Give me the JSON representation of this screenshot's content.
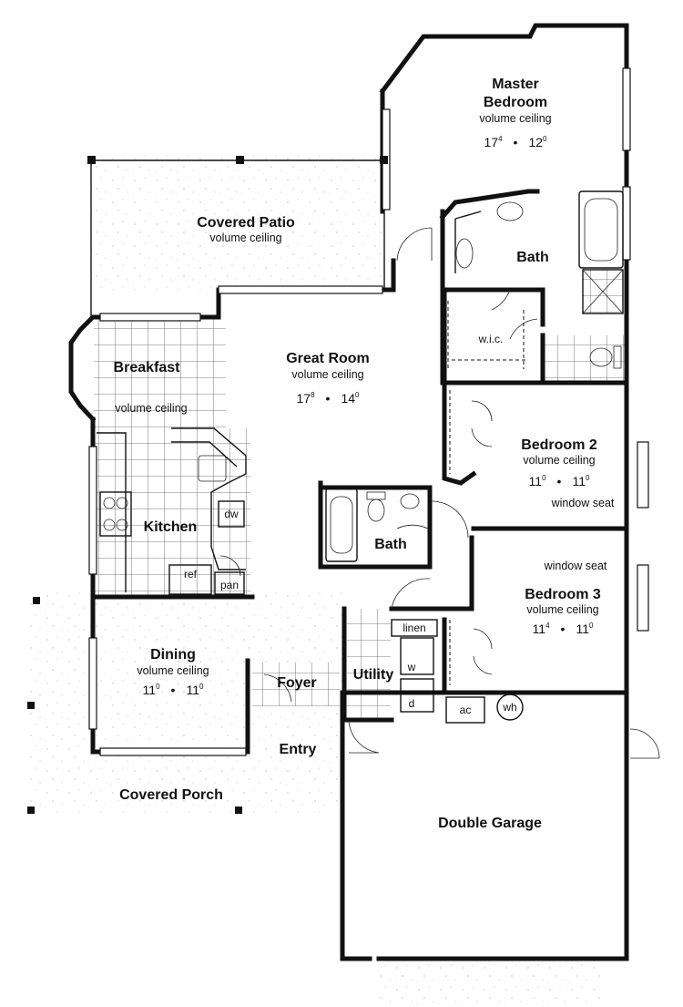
{
  "rooms": {
    "master_bedroom": {
      "name_line1": "Master",
      "name_line2": "Bedroom",
      "ceiling": "volume ceiling",
      "dim_w": "17",
      "dim_w_in": "4",
      "dim_l": "12",
      "dim_l_in": "0"
    },
    "covered_patio": {
      "name": "Covered Patio",
      "ceiling": "volume ceiling"
    },
    "master_bath": {
      "name": "Bath"
    },
    "wic": {
      "name": "w.i.c."
    },
    "breakfast": {
      "name": "Breakfast",
      "ceiling": "volume ceiling"
    },
    "great_room": {
      "name": "Great Room",
      "ceiling": "volume ceiling",
      "dim_w": "17",
      "dim_w_in": "8",
      "dim_l": "14",
      "dim_l_in": "0"
    },
    "bedroom2": {
      "name": "Bedroom 2",
      "ceiling": "volume ceiling",
      "dim_w": "11",
      "dim_w_in": "0",
      "dim_l": "11",
      "dim_l_in": "0",
      "note": "window seat"
    },
    "kitchen": {
      "name": "Kitchen"
    },
    "bath2": {
      "name": "Bath"
    },
    "bedroom3": {
      "name": "Bedroom 3",
      "ceiling": "volume ceiling",
      "dim_w": "11",
      "dim_w_in": "4",
      "dim_l": "11",
      "dim_l_in": "0",
      "note": "window seat"
    },
    "dining": {
      "name": "Dining",
      "ceiling": "volume ceiling",
      "dim_w": "11",
      "dim_w_in": "0",
      "dim_l": "11",
      "dim_l_in": "0"
    },
    "foyer": {
      "name": "Foyer"
    },
    "utility": {
      "name": "Utility"
    },
    "entry": {
      "name": "Entry"
    },
    "covered_porch": {
      "name": "Covered Porch"
    },
    "double_garage": {
      "name": "Double Garage"
    }
  },
  "fixtures": {
    "dw": "dw",
    "ref": "ref",
    "pan": "pan",
    "linen": "linen",
    "w": "w",
    "d": "d",
    "ac": "ac",
    "wh": "wh"
  },
  "separator": "•"
}
